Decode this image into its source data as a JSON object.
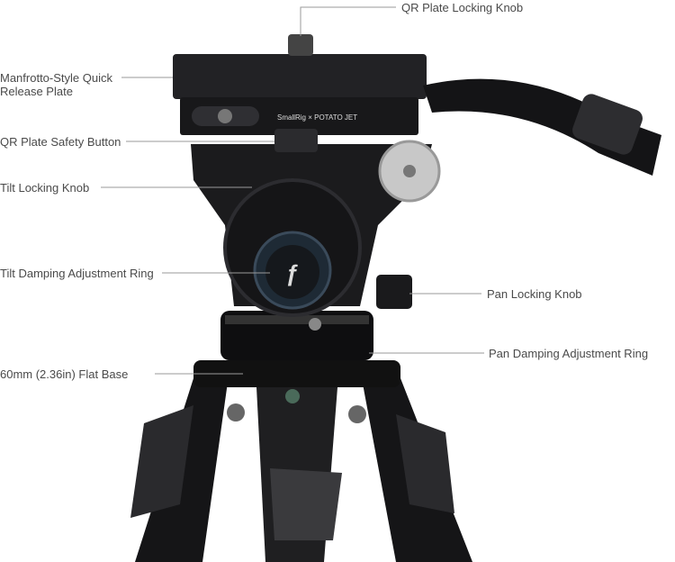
{
  "labels": {
    "qr_plate_locking_knob": "QR Plate Locking Knob",
    "quick_release_plate_line1": "Manfrotto-Style Quick",
    "quick_release_plate_line2": "Release Plate",
    "qr_plate_safety_button": "QR Plate Safety Button",
    "tilt_locking_knob": "Tilt Locking Knob",
    "tilt_damping_ring": "Tilt Damping Adjustment Ring",
    "pan_locking_knob": "Pan Locking Knob",
    "pan_damping_ring": "Pan Damping Adjustment Ring",
    "flat_base": "60mm (2.36in) Flat Base"
  },
  "product_branding": {
    "brand": "SmallRig",
    "collab": "POTATO JET"
  },
  "colors": {
    "text": "#4a4a4a",
    "line": "#9a9a9a",
    "body": "#1b1b1d"
  }
}
